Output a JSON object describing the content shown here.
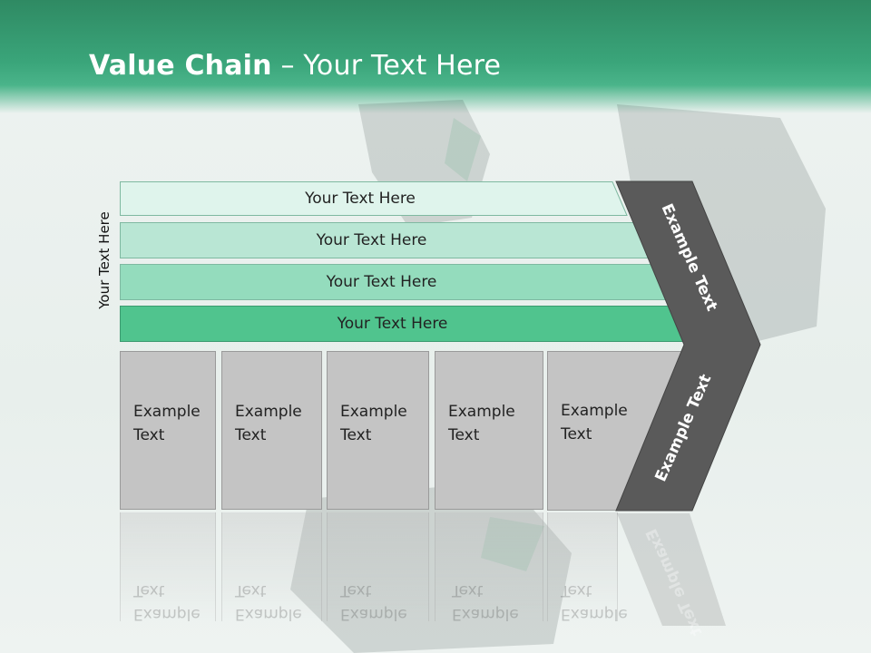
{
  "title": {
    "bold": "Value Chain",
    "rest": " – Your Text Here"
  },
  "side_label": "Your Text Here",
  "rows": [
    {
      "label": "Your Text Here",
      "color": "#dff4ec"
    },
    {
      "label": "Your Text Here",
      "color": "#b9e6d4"
    },
    {
      "label": "Your Text Here",
      "color": "#94dcbd"
    },
    {
      "label": "Your Text Here",
      "color": "#50c48e"
    }
  ],
  "boxes": [
    {
      "line1": "Example",
      "line2": "Text"
    },
    {
      "line1": "Example",
      "line2": "Text"
    },
    {
      "line1": "Example",
      "line2": "Text"
    },
    {
      "line1": "Example",
      "line2": "Text"
    },
    {
      "line1": "Example",
      "line2": "Text"
    }
  ],
  "chevron": {
    "upper": "Example Text",
    "lower": "Example Text",
    "color": "#5a5a5a"
  },
  "colors": {
    "header": "#3aa57a",
    "box": "#c4c4c4"
  }
}
